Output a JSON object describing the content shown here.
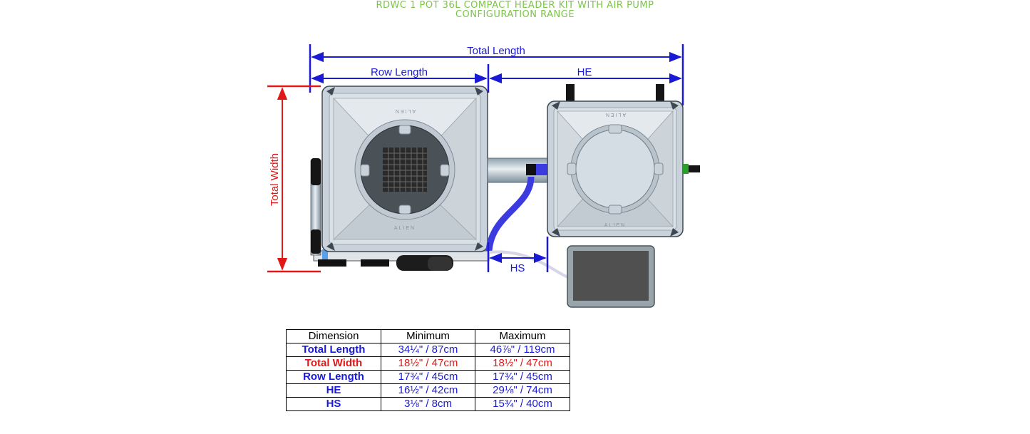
{
  "title": {
    "line1": "RDWC 1 POT 36L COMPACT HEADER KIT WITH AIR PUMP",
    "line2": "CONFIGURATION RANGE"
  },
  "labels": {
    "total_length": "Total Length",
    "row_length": "Row Length",
    "he": "HE",
    "hs": "HS",
    "total_width": "Total Width",
    "pot_brand": "ALIEN"
  },
  "colors": {
    "title": "#7cc44a",
    "blue_dimension": "#1a1ad6",
    "red_dimension": "#e01818",
    "tank_body": "#c9d2da"
  },
  "table": {
    "headers": [
      "Dimension",
      "Minimum",
      "Maximum"
    ],
    "rows": [
      {
        "name": "Total Length",
        "min": "34¼\" / 87cm",
        "max": "46⅞\" / 119cm",
        "color": "#1a1ad6"
      },
      {
        "name": "Total Width",
        "min": "18½\" / 47cm",
        "max": "18½\" / 47cm",
        "color": "#e01818"
      },
      {
        "name": "Row Length",
        "min": "17¾\" / 45cm",
        "max": "17¾\" / 45cm",
        "color": "#1a1ad6"
      },
      {
        "name": "HE",
        "min": "16½\" / 42cm",
        "max": "29⅛\" / 74cm",
        "color": "#1a1ad6"
      },
      {
        "name": "HS",
        "min": "3⅛\" / 8cm",
        "max": "15¾\" / 40cm",
        "color": "#1a1ad6"
      }
    ]
  }
}
